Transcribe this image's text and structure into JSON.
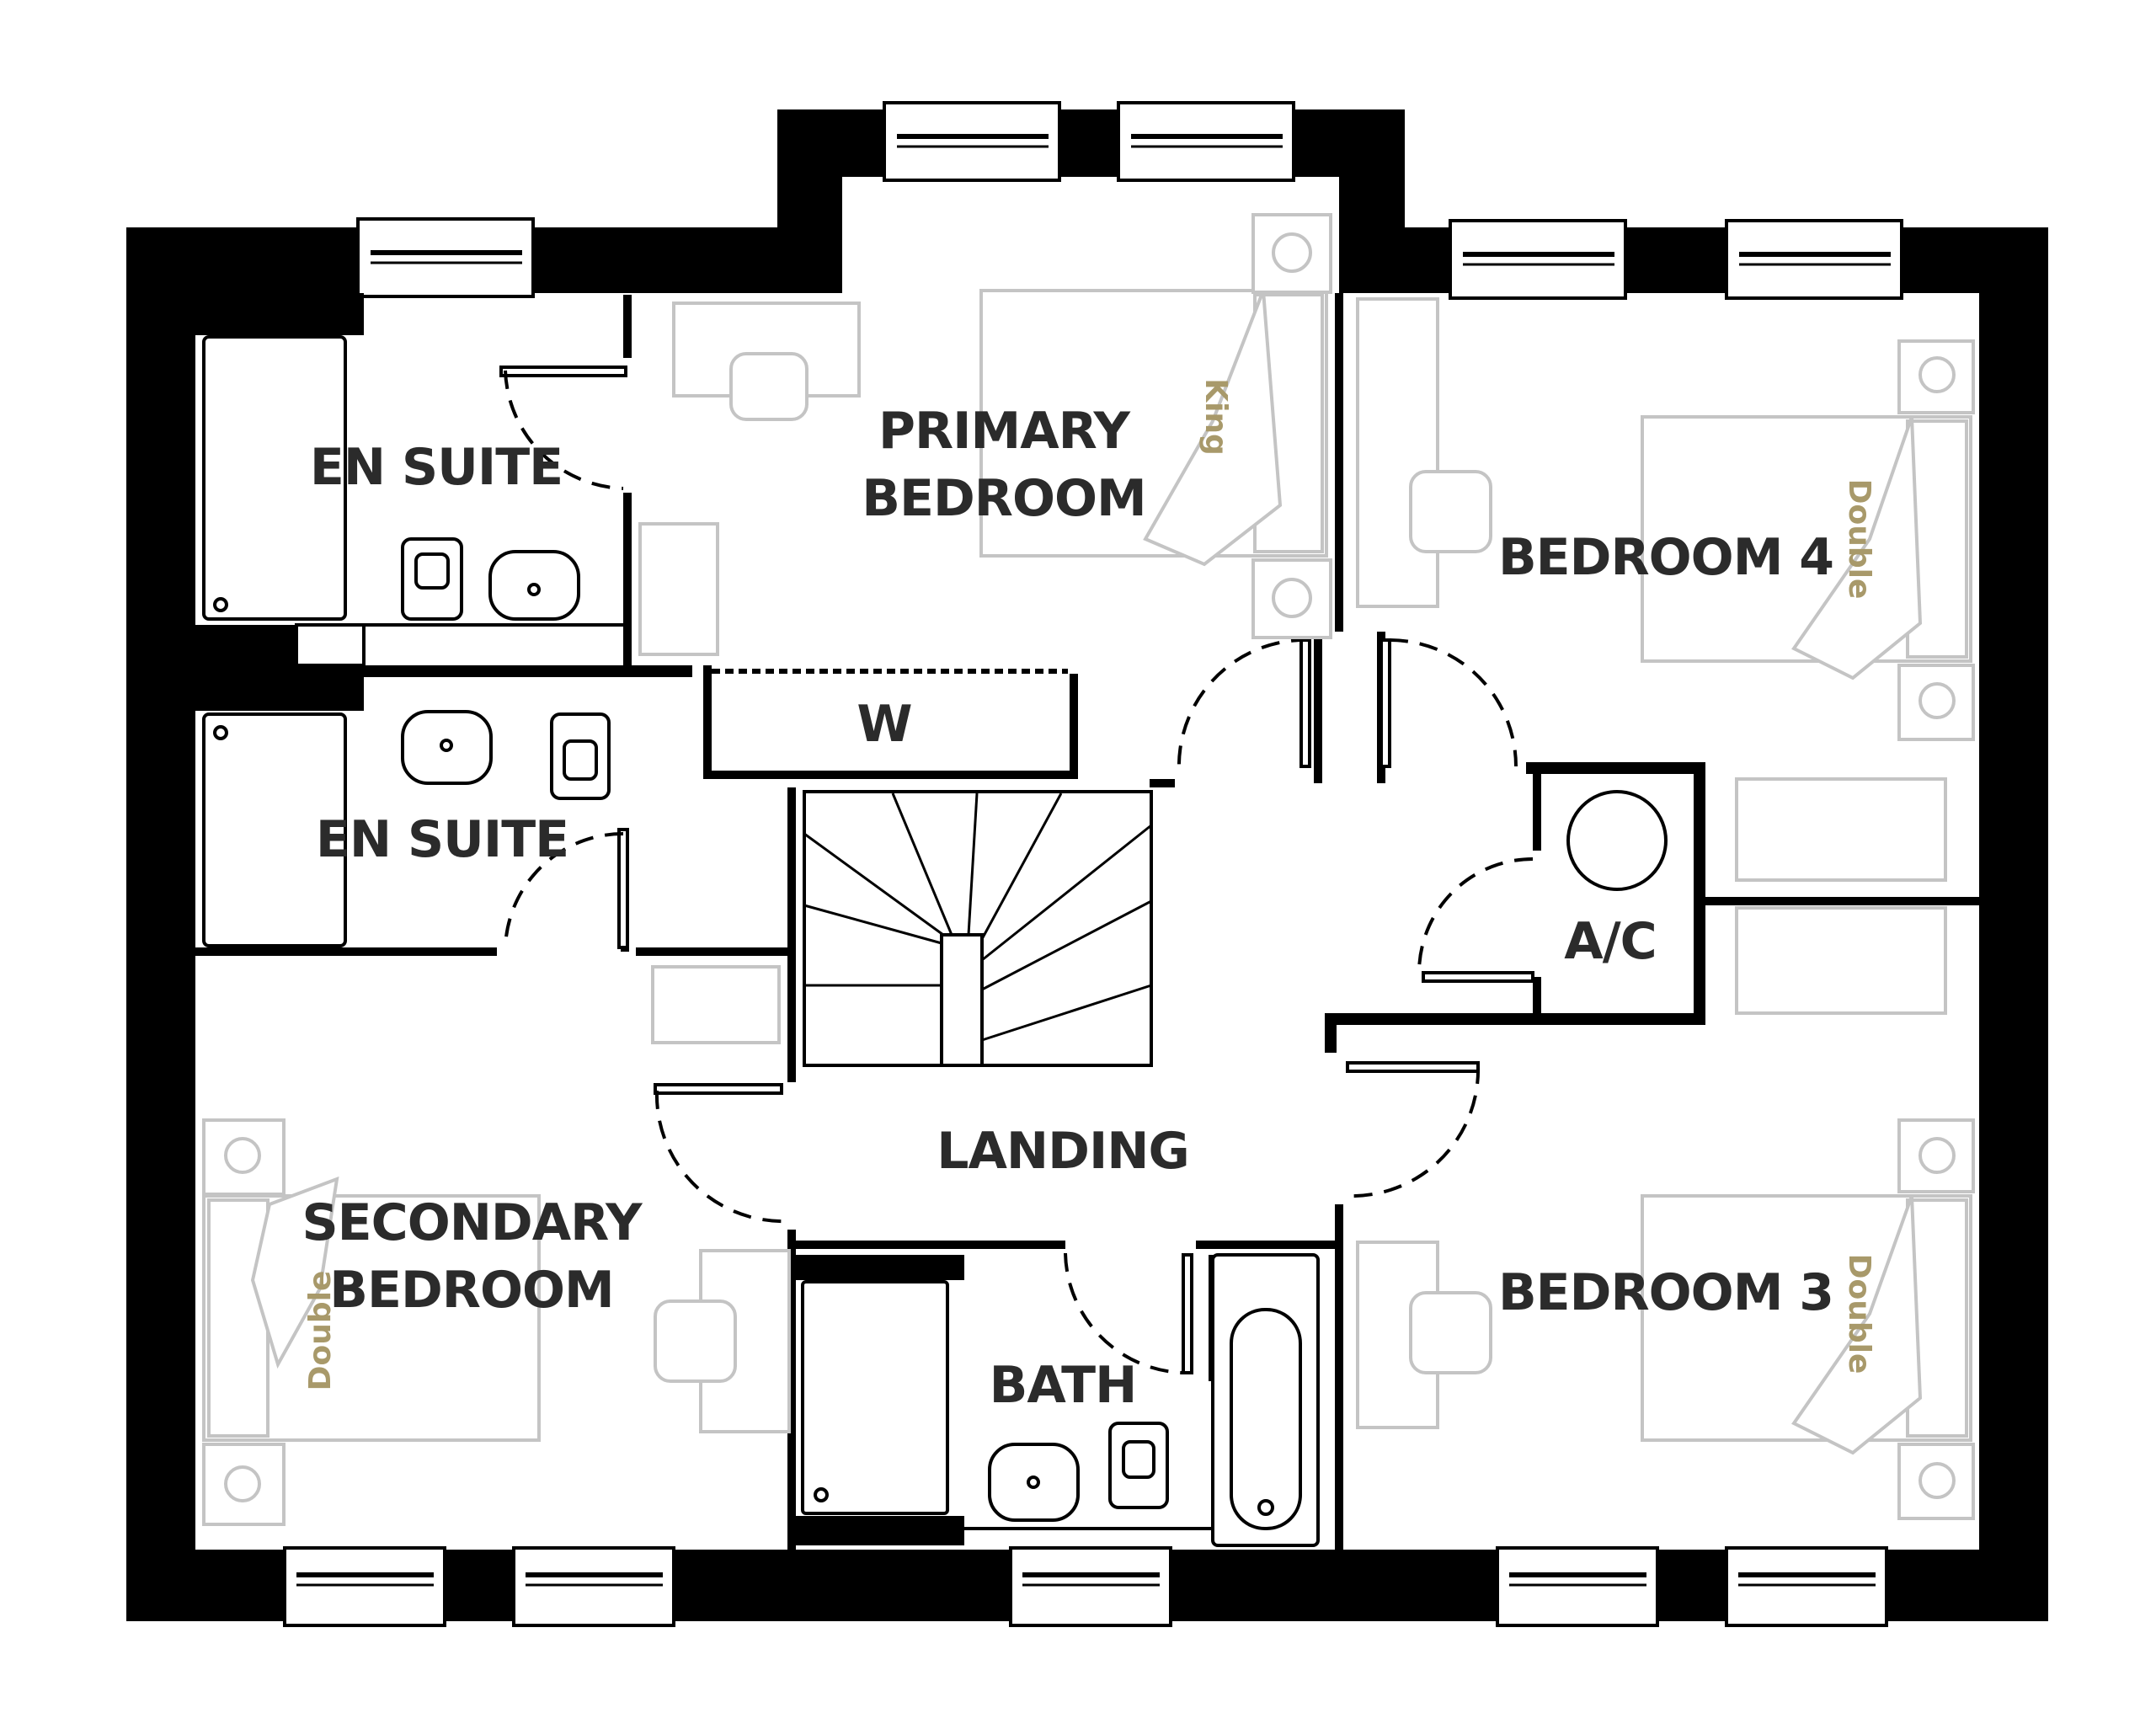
{
  "rooms": {
    "primary_bedroom": [
      "PRIMARY",
      "BEDROOM"
    ],
    "en_suite_top": "EN SUITE",
    "en_suite_bottom": "EN SUITE",
    "bedroom_4": "BEDROOM 4",
    "wardrobe": "W",
    "ac": "A/C",
    "landing": "LANDING",
    "secondary_bedroom": [
      "SECONDARY",
      "BEDROOM"
    ],
    "bath": "BATH",
    "bedroom_3": "BEDROOM 3"
  },
  "bed_sizes": {
    "primary": "King",
    "bedroom_4": "Double",
    "secondary": "Double",
    "bedroom_3": "Double"
  },
  "colors": {
    "walls": "#000000",
    "furniture": "#c4c4c4",
    "bed_size_text": "#a8996a",
    "room_text": "#2b2b2b"
  }
}
